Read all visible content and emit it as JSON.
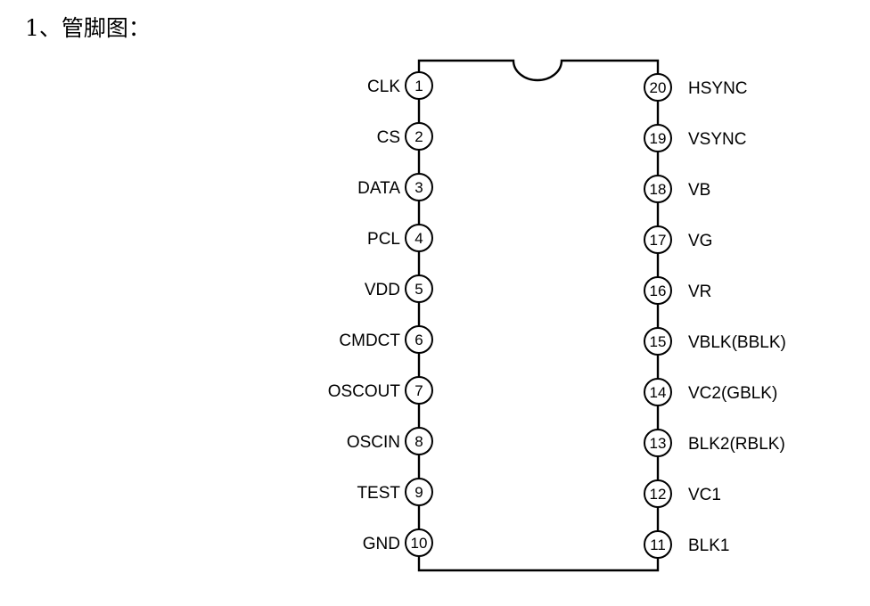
{
  "heading": "1、管脚图：",
  "left_pins": [
    {
      "num": "1",
      "label": "CLK"
    },
    {
      "num": "2",
      "label": "CS"
    },
    {
      "num": "3",
      "label": "DATA"
    },
    {
      "num": "4",
      "label": "PCL"
    },
    {
      "num": "5",
      "label": "VDD"
    },
    {
      "num": "6",
      "label": "CMDCT"
    },
    {
      "num": "7",
      "label": "OSCOUT"
    },
    {
      "num": "8",
      "label": "OSCIN"
    },
    {
      "num": "9",
      "label": "TEST"
    },
    {
      "num": "10",
      "label": "GND"
    }
  ],
  "right_pins": [
    {
      "num": "20",
      "label": "HSYNC"
    },
    {
      "num": "19",
      "label": "VSYNC"
    },
    {
      "num": "18",
      "label": "VB"
    },
    {
      "num": "17",
      "label": "VG"
    },
    {
      "num": "16",
      "label": "VR"
    },
    {
      "num": "15",
      "label": "VBLK(BBLK)"
    },
    {
      "num": "14",
      "label": "VC2(GBLK)"
    },
    {
      "num": "13",
      "label": "BLK2(RBLK)"
    },
    {
      "num": "12",
      "label": "VC1"
    },
    {
      "num": "11",
      "label": "BLK1"
    }
  ]
}
